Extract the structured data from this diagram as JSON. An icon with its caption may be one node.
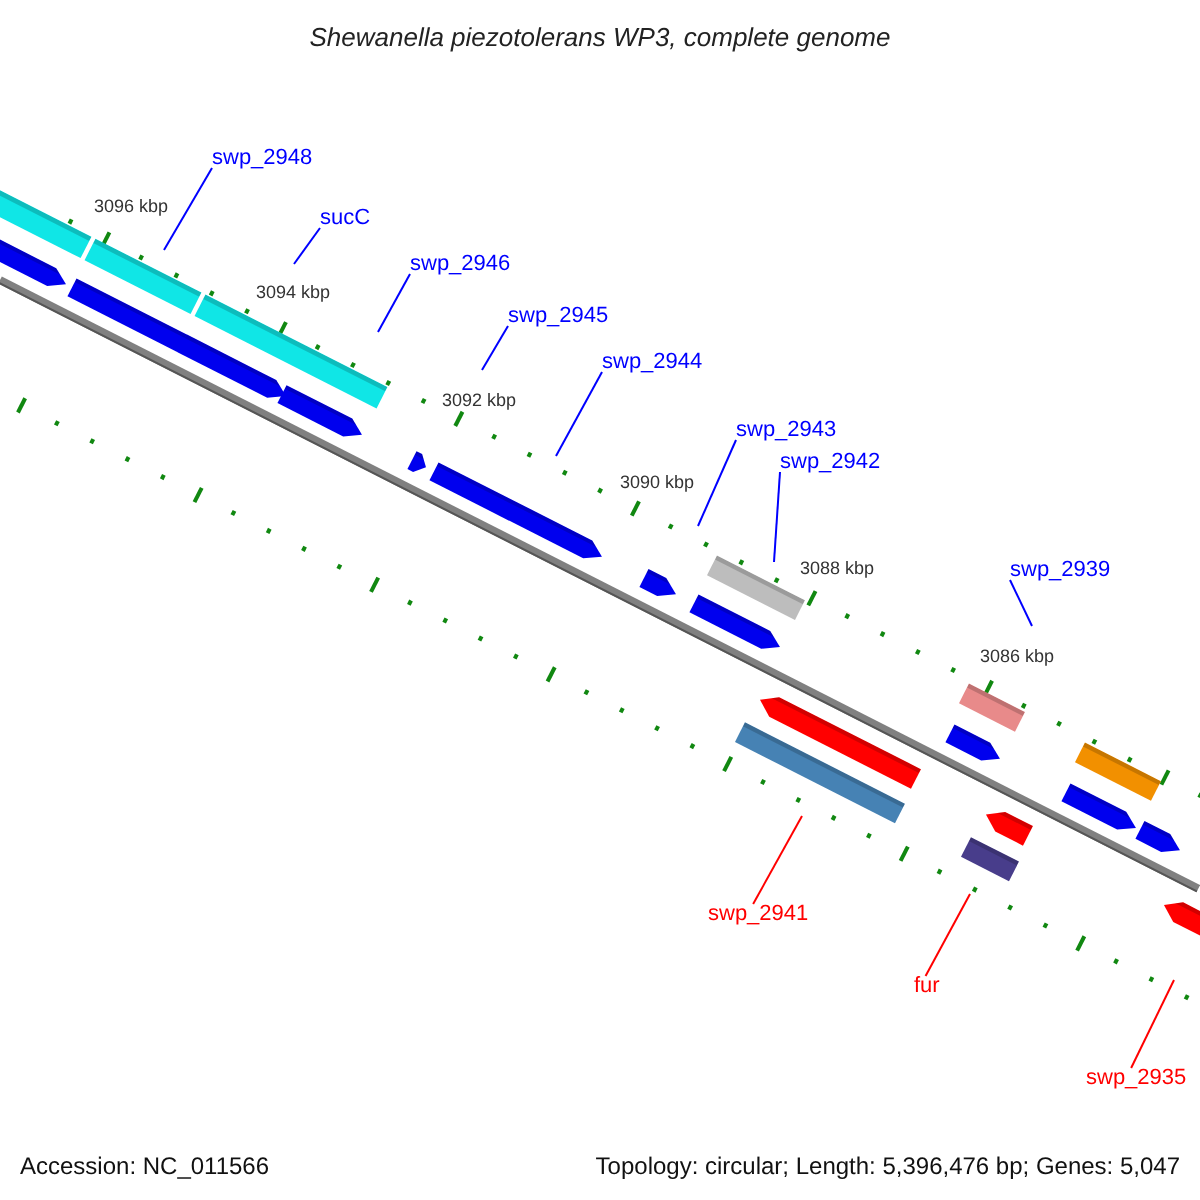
{
  "diagram": {
    "title": "Shewanella piezotolerans WP3, complete genome",
    "nodes": [
      {
        "text": [
          "swp_2948"
        ]
      },
      {
        "text": [
          "sucC"
        ]
      },
      {
        "text": [
          "swp_2946"
        ]
      },
      {
        "text": [
          "swp_2945"
        ]
      },
      {
        "text": [
          "swp_2944"
        ]
      },
      {
        "text": [
          "swp_2943"
        ]
      },
      {
        "text": [
          "swp_2942"
        ]
      },
      {
        "text": [
          "swp_2939"
        ]
      },
      {
        "text": [
          "swp_2941"
        ]
      },
      {
        "text": [
          "fur"
        ]
      },
      {
        "text": [
          "swp_2935"
        ]
      }
    ],
    "edges": [
      {
        "from": 0,
        "to": null,
        "arrow": "none"
      },
      {
        "from": 1,
        "to": null,
        "arrow": "none"
      },
      {
        "from": 2,
        "to": null,
        "arrow": "none"
      },
      {
        "from": 3,
        "to": null,
        "arrow": "none"
      },
      {
        "from": 4,
        "to": null,
        "arrow": "none"
      },
      {
        "from": 5,
        "to": null,
        "arrow": "none"
      },
      {
        "from": 6,
        "to": null,
        "arrow": "none"
      },
      {
        "from": 7,
        "to": null,
        "arrow": "none"
      },
      {
        "from": 8,
        "to": null,
        "arrow": "none",
        "color": "#ff0000"
      },
      {
        "from": 9,
        "to": null,
        "arrow": "none",
        "color": "#ff0000"
      },
      {
        "from": 10,
        "to": null,
        "arrow": "none",
        "color": "#ff0000"
      }
    ],
    "labels": [
      "3096 kbp",
      "3094 kbp",
      "3092 kbp",
      "3090 kbp",
      "3088 kbp",
      "3086 kbp",
      "Accession: NC_011566",
      "Topology: circular; Length: 5,396,476 bp; Genes: 5,047"
    ]
  }
}
